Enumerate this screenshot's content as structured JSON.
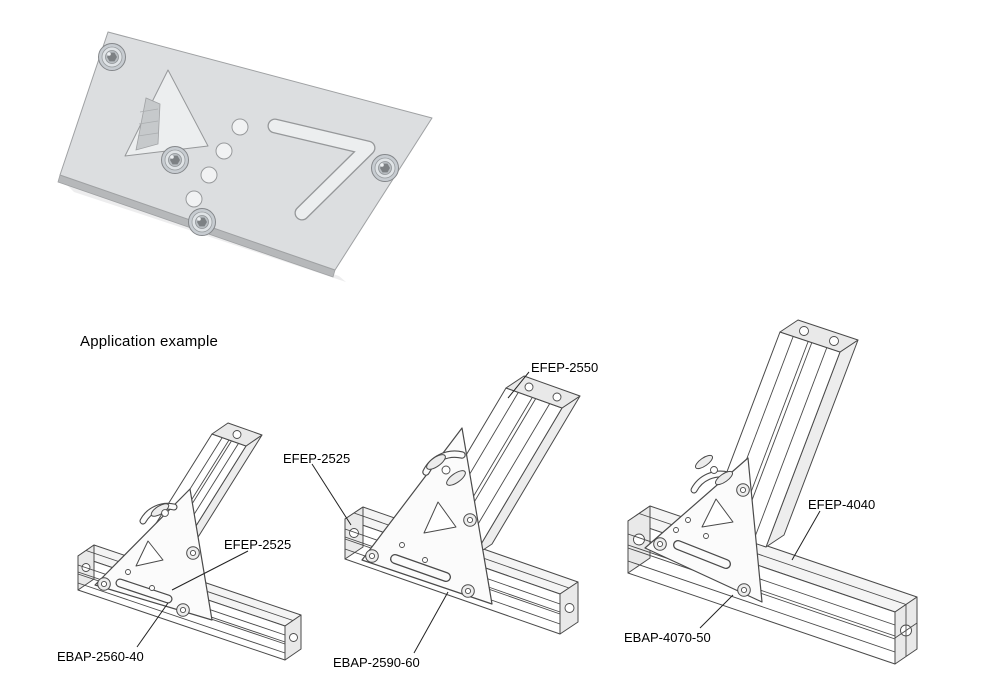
{
  "heading": "Application example",
  "examples": {
    "ex1": {
      "profile_label": "EFEP-2525",
      "plate_label": "EBAP-2560-40"
    },
    "ex2": {
      "top_profile_label": "EFEP-2550",
      "side_profile_label": "EFEP-2525",
      "plate_label": "EBAP-2590-60"
    },
    "ex3": {
      "profile_label": "EFEP-4040",
      "plate_label": "EBAP-4070-50"
    }
  },
  "colors": {
    "line_art": "#4a4a4a",
    "photo_plate": "#dcdee0",
    "photo_plate_edge": "#b6b8ba",
    "background": "#ffffff"
  }
}
